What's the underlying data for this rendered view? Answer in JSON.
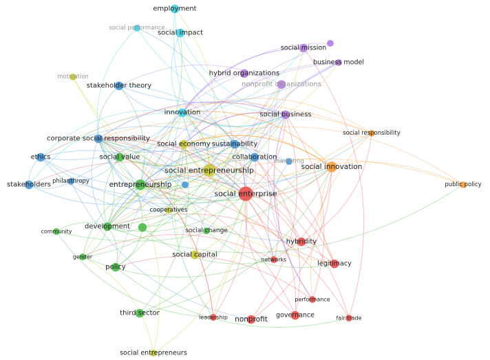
{
  "clusters": {
    "red": "#e8524f",
    "yellow": "#c8c83a",
    "green": "#4db84a",
    "blue": "#4a98d6",
    "cyan": "#45cfe0",
    "purple": "#b07fdc",
    "orange": "#f5a042"
  },
  "nodes": [
    {
      "label": "social enterprise",
      "cluster": "red",
      "weight": 5
    },
    {
      "label": "hybridity",
      "cluster": "red",
      "weight": 2
    },
    {
      "label": "networks",
      "cluster": "red",
      "weight": 1
    },
    {
      "label": "legitimacy",
      "cluster": "red",
      "weight": 2
    },
    {
      "label": "performance",
      "cluster": "red",
      "weight": 1
    },
    {
      "label": "governance",
      "cluster": "red",
      "weight": 2
    },
    {
      "label": "nonprofit",
      "cluster": "red",
      "weight": 2
    },
    {
      "label": "leadership",
      "cluster": "red",
      "weight": 1
    },
    {
      "label": "fair trade",
      "cluster": "red",
      "weight": 1
    },
    {
      "label": "social entrepreneurship",
      "cluster": "yellow",
      "weight": 4
    },
    {
      "label": "social economy",
      "cluster": "yellow",
      "weight": 2
    },
    {
      "label": "social capital",
      "cluster": "yellow",
      "weight": 2
    },
    {
      "label": "cooperatives",
      "cluster": "yellow",
      "weight": 1
    },
    {
      "label": "motivation",
      "cluster": "yellow",
      "weight": 1,
      "faded": true
    },
    {
      "label": "social entrepreneurs",
      "cluster": "yellow",
      "weight": 1
    },
    {
      "label": "social value",
      "cluster": "green",
      "weight": 2
    },
    {
      "label": "entrepreneurship",
      "cluster": "green",
      "weight": 3
    },
    {
      "label": "development",
      "cluster": "green",
      "weight": 2
    },
    {
      "label": "",
      "cluster": "green",
      "weight": 2
    },
    {
      "label": "community",
      "cluster": "green",
      "weight": 1
    },
    {
      "label": "gender",
      "cluster": "green",
      "weight": 1
    },
    {
      "label": "policy",
      "cluster": "green",
      "weight": 2
    },
    {
      "label": "social change",
      "cluster": "green",
      "weight": 1
    },
    {
      "label": "third sector",
      "cluster": "green",
      "weight": 2
    },
    {
      "label": "stakeholder theory",
      "cluster": "blue",
      "weight": 2
    },
    {
      "label": "corporate social responsibility",
      "cluster": "blue",
      "weight": 2
    },
    {
      "label": "ethics",
      "cluster": "blue",
      "weight": 2
    },
    {
      "label": "stakeholders",
      "cluster": "blue",
      "weight": 2
    },
    {
      "label": "philanthropy",
      "cluster": "blue",
      "weight": 1
    },
    {
      "label": "sustainability",
      "cluster": "blue",
      "weight": 2
    },
    {
      "label": "collaboration",
      "cluster": "blue",
      "weight": 2
    },
    {
      "label": "marketing",
      "cluster": "blue",
      "weight": 1,
      "faded": true
    },
    {
      "label": "",
      "cluster": "blue",
      "weight": 1
    },
    {
      "label": "employment",
      "cluster": "cyan",
      "weight": 2
    },
    {
      "label": "social performance",
      "cluster": "cyan",
      "weight": 1,
      "faded": true
    },
    {
      "label": "social impact",
      "cluster": "cyan",
      "weight": 2
    },
    {
      "label": "innovation",
      "cluster": "cyan",
      "weight": 2
    },
    {
      "label": "hybrid organizations",
      "cluster": "purple",
      "weight": 2
    },
    {
      "label": "nonprofit organizations",
      "cluster": "purple",
      "weight": 2,
      "faded": true
    },
    {
      "label": "social mission",
      "cluster": "purple",
      "weight": 2
    },
    {
      "label": "",
      "cluster": "purple",
      "weight": 1
    },
    {
      "label": "business model",
      "cluster": "purple",
      "weight": 1
    },
    {
      "label": "social business",
      "cluster": "purple",
      "weight": 2
    },
    {
      "label": "social innovation",
      "cluster": "orange",
      "weight": 3
    },
    {
      "label": "social responsibility",
      "cluster": "orange",
      "weight": 1
    },
    {
      "label": "public policy",
      "cluster": "orange",
      "weight": 1
    }
  ]
}
